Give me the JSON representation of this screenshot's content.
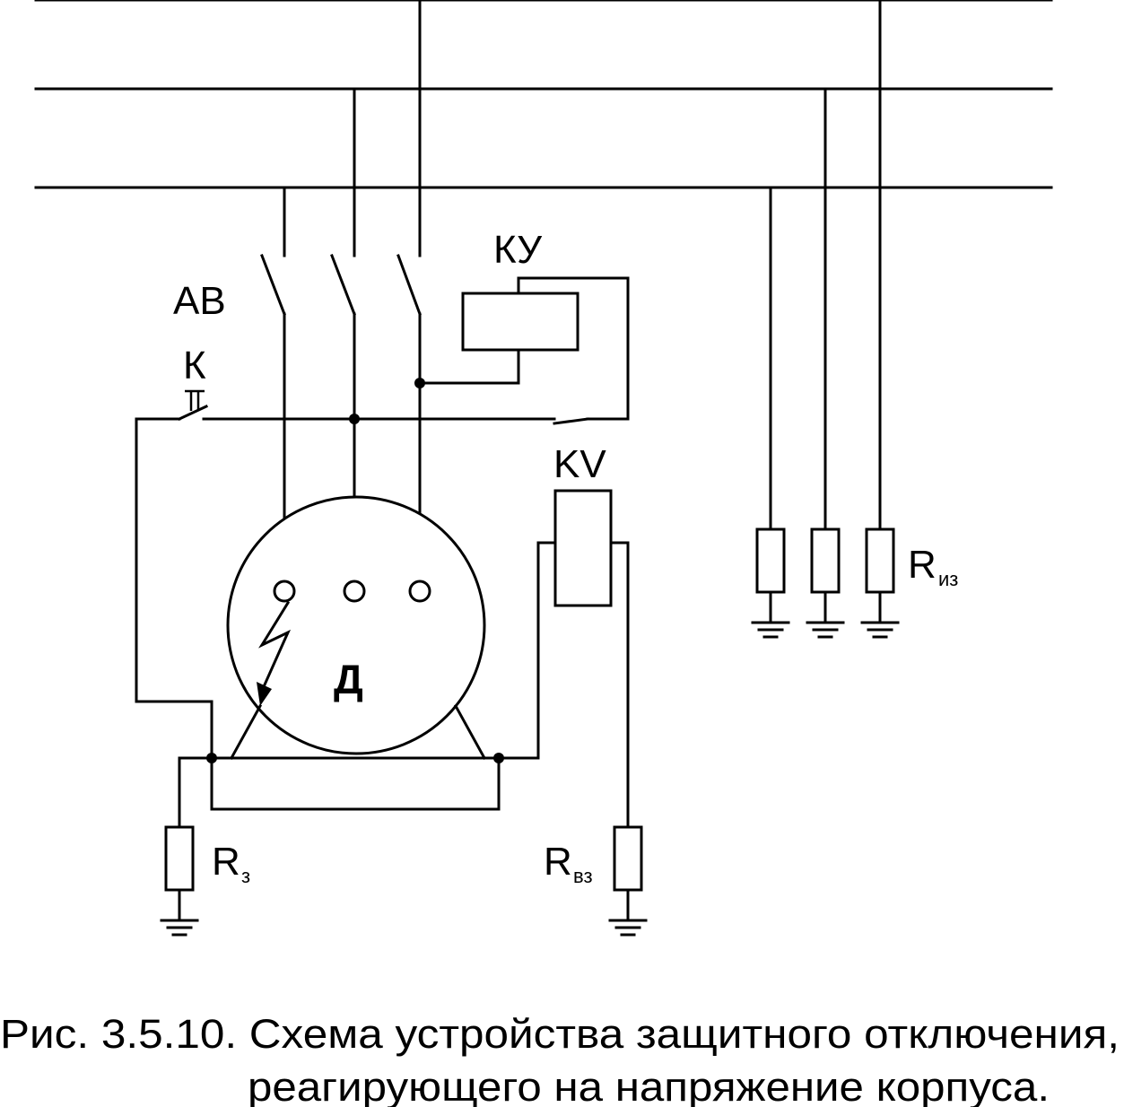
{
  "labels": {
    "breaker": "АВ",
    "button": "К",
    "contactor": "КУ",
    "relay": "KV",
    "motor": "Д",
    "r_iso": {
      "main": "R",
      "sub": "из"
    },
    "r_ground": {
      "main": "R",
      "sub": "з"
    },
    "r_aux": {
      "main": "R",
      "sub": "вз"
    }
  },
  "caption": {
    "line1": "Рис. 3.5.10. Схема устройства защитного отключения,",
    "line2": "реагирующего на напряжение корпуса."
  }
}
